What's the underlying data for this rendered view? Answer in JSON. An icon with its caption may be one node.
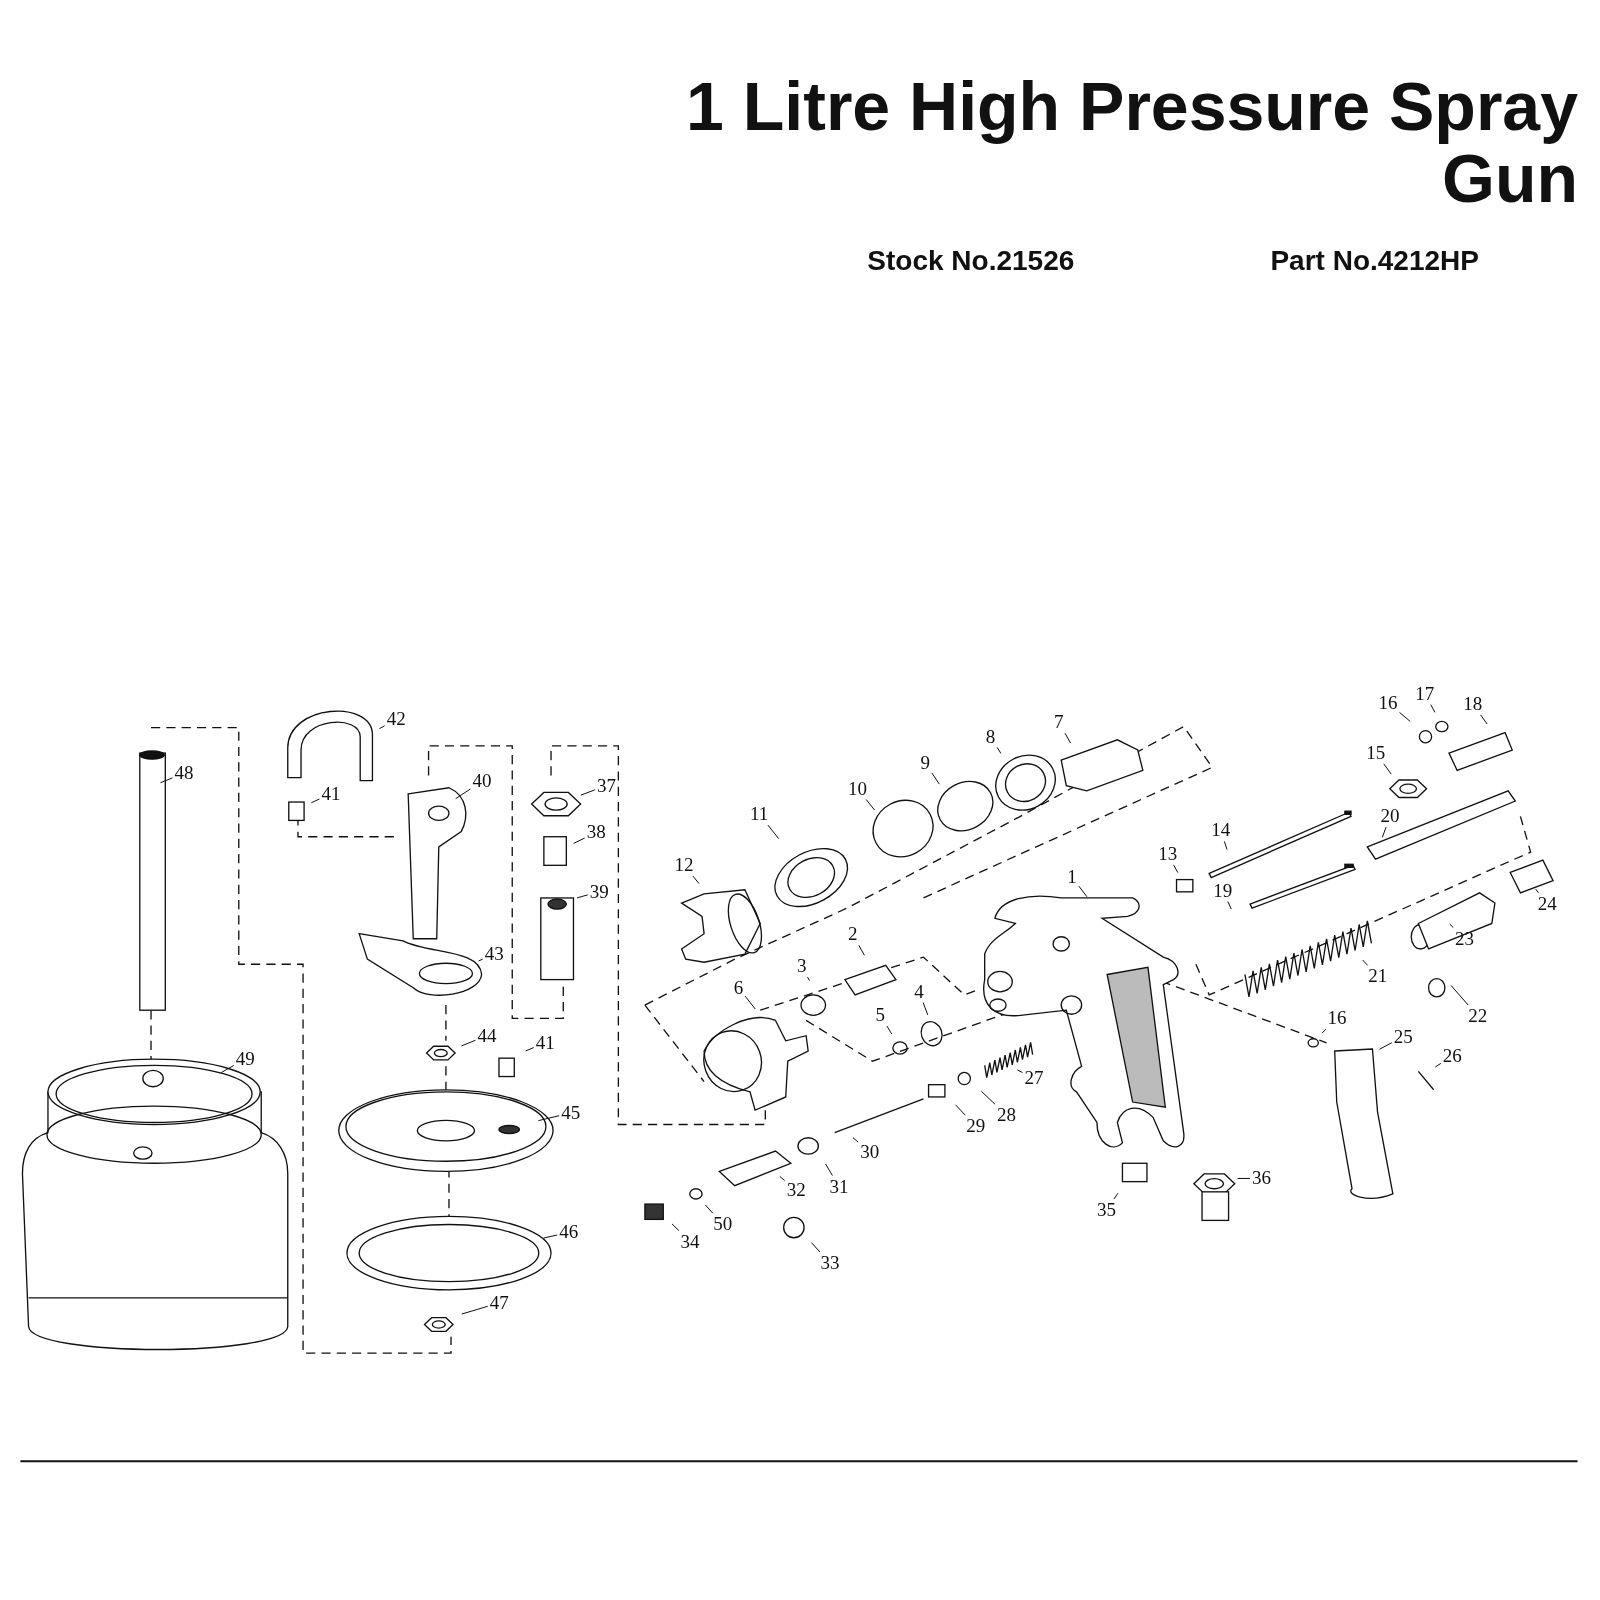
{
  "diagram": {
    "title": "1 Litre High Pressure Spray Gun",
    "nodes": [
      {
        "text": [
          "1"
        ]
      },
      {
        "text": [
          "2"
        ]
      },
      {
        "text": [
          "3"
        ]
      },
      {
        "text": [
          "4"
        ]
      },
      {
        "text": [
          "5"
        ]
      },
      {
        "text": [
          "6"
        ]
      },
      {
        "text": [
          "7"
        ]
      },
      {
        "text": [
          "8"
        ]
      },
      {
        "text": [
          "9"
        ]
      },
      {
        "text": [
          "10"
        ]
      },
      {
        "text": [
          "11"
        ]
      },
      {
        "text": [
          "12"
        ]
      },
      {
        "text": [
          "13"
        ]
      },
      {
        "text": [
          "14"
        ]
      },
      {
        "text": [
          "15"
        ]
      },
      {
        "text": [
          "16"
        ]
      },
      {
        "text": [
          "17"
        ]
      },
      {
        "text": [
          "18"
        ]
      },
      {
        "text": [
          "19"
        ]
      },
      {
        "text": [
          "20"
        ]
      },
      {
        "text": [
          "21"
        ]
      },
      {
        "text": [
          "22"
        ]
      },
      {
        "text": [
          "23"
        ]
      },
      {
        "text": [
          "24"
        ]
      },
      {
        "text": [
          "16"
        ]
      },
      {
        "text": [
          "25"
        ]
      },
      {
        "text": [
          "26"
        ]
      },
      {
        "text": [
          "27"
        ]
      },
      {
        "text": [
          "28"
        ]
      },
      {
        "text": [
          "29"
        ]
      },
      {
        "text": [
          "30"
        ]
      },
      {
        "text": [
          "31"
        ]
      },
      {
        "text": [
          "32"
        ]
      },
      {
        "text": [
          "33"
        ]
      },
      {
        "text": [
          "34"
        ]
      },
      {
        "text": [
          "50"
        ]
      },
      {
        "text": [
          "35"
        ]
      },
      {
        "text": [
          "36"
        ]
      },
      {
        "text": [
          "37"
        ]
      },
      {
        "text": [
          "38"
        ]
      },
      {
        "text": [
          "39"
        ]
      },
      {
        "text": [
          "40"
        ]
      },
      {
        "text": [
          "41"
        ]
      },
      {
        "text": [
          "41"
        ]
      },
      {
        "text": [
          "42"
        ]
      },
      {
        "text": [
          "43"
        ]
      },
      {
        "text": [
          "44"
        ]
      },
      {
        "text": [
          "45"
        ]
      },
      {
        "text": [
          "46"
        ]
      },
      {
        "text": [
          "47"
        ]
      },
      {
        "text": [
          "48"
        ]
      },
      {
        "text": [
          "49"
        ]
      }
    ],
    "edges": [
      {
        "from": 0,
        "to": null,
        "arrow": "none"
      },
      {
        "from": 1,
        "to": null,
        "arrow": "none"
      },
      {
        "from": 2,
        "to": null,
        "arrow": "none"
      },
      {
        "from": 3,
        "to": null,
        "arrow": "none"
      },
      {
        "from": 4,
        "to": null,
        "arrow": "none"
      },
      {
        "from": 5,
        "to": null,
        "arrow": "none"
      },
      {
        "from": 6,
        "to": null,
        "arrow": "none"
      },
      {
        "from": 7,
        "to": null,
        "arrow": "none"
      },
      {
        "from": 8,
        "to": null,
        "arrow": "none"
      },
      {
        "from": 9,
        "to": null,
        "arrow": "none"
      },
      {
        "from": 10,
        "to": null,
        "arrow": "none"
      },
      {
        "from": 11,
        "to": null,
        "arrow": "none"
      },
      {
        "from": 12,
        "to": null,
        "arrow": "none"
      },
      {
        "from": 13,
        "to": null,
        "arrow": "none"
      },
      {
        "from": 14,
        "to": null,
        "arrow": "none"
      },
      {
        "from": 15,
        "to": null,
        "arrow": "none"
      },
      {
        "from": 16,
        "to": null,
        "arrow": "none"
      },
      {
        "from": 17,
        "to": null,
        "arrow": "none"
      },
      {
        "from": 18,
        "to": null,
        "arrow": "none"
      },
      {
        "from": 19,
        "to": null,
        "arrow": "none"
      },
      {
        "from": 20,
        "to": null,
        "arrow": "none"
      },
      {
        "from": 21,
        "to": null,
        "arrow": "none"
      },
      {
        "from": 22,
        "to": null,
        "arrow": "none"
      },
      {
        "from": 23,
        "to": null,
        "arrow": "none"
      },
      {
        "from": 24,
        "to": null,
        "arrow": "none"
      },
      {
        "from": 25,
        "to": null,
        "arrow": "none"
      },
      {
        "from": 26,
        "to": null,
        "arrow": "none"
      },
      {
        "from": 27,
        "to": null,
        "arrow": "none"
      },
      {
        "from": 28,
        "to": null,
        "arrow": "none"
      },
      {
        "from": 29,
        "to": null,
        "arrow": "none"
      },
      {
        "from": 30,
        "to": null,
        "arrow": "none"
      },
      {
        "from": 31,
        "to": null,
        "arrow": "none"
      },
      {
        "from": 32,
        "to": null,
        "arrow": "none"
      },
      {
        "from": 33,
        "to": null,
        "arrow": "none"
      },
      {
        "from": 34,
        "to": null,
        "arrow": "none"
      },
      {
        "from": 35,
        "to": null,
        "arrow": "none"
      },
      {
        "from": 36,
        "to": null,
        "arrow": "none"
      },
      {
        "from": 37,
        "to": null,
        "arrow": "none"
      },
      {
        "from": 38,
        "to": null,
        "arrow": "none"
      },
      {
        "from": 39,
        "to": null,
        "arrow": "none"
      },
      {
        "from": 40,
        "to": null,
        "arrow": "none"
      },
      {
        "from": 41,
        "to": null,
        "arrow": "none"
      },
      {
        "from": 42,
        "to": null,
        "arrow": "none"
      },
      {
        "from": 43,
        "to": null,
        "arrow": "none"
      },
      {
        "from": 44,
        "to": null,
        "arrow": "none"
      },
      {
        "from": 45,
        "to": null,
        "arrow": "none"
      },
      {
        "from": 46,
        "to": null,
        "arrow": "none"
      },
      {
        "from": 47,
        "to": null,
        "arrow": "none"
      },
      {
        "from": 48,
        "to": null,
        "arrow": "none"
      },
      {
        "from": 49,
        "to": null,
        "arrow": "none"
      },
      {
        "from": 50,
        "to": null,
        "arrow": "none"
      },
      {
        "from": 51,
        "to": null,
        "arrow": "none"
      }
    ],
    "labels": [
      "Stock No.21526",
      "Part No.4212HP"
    ]
  }
}
